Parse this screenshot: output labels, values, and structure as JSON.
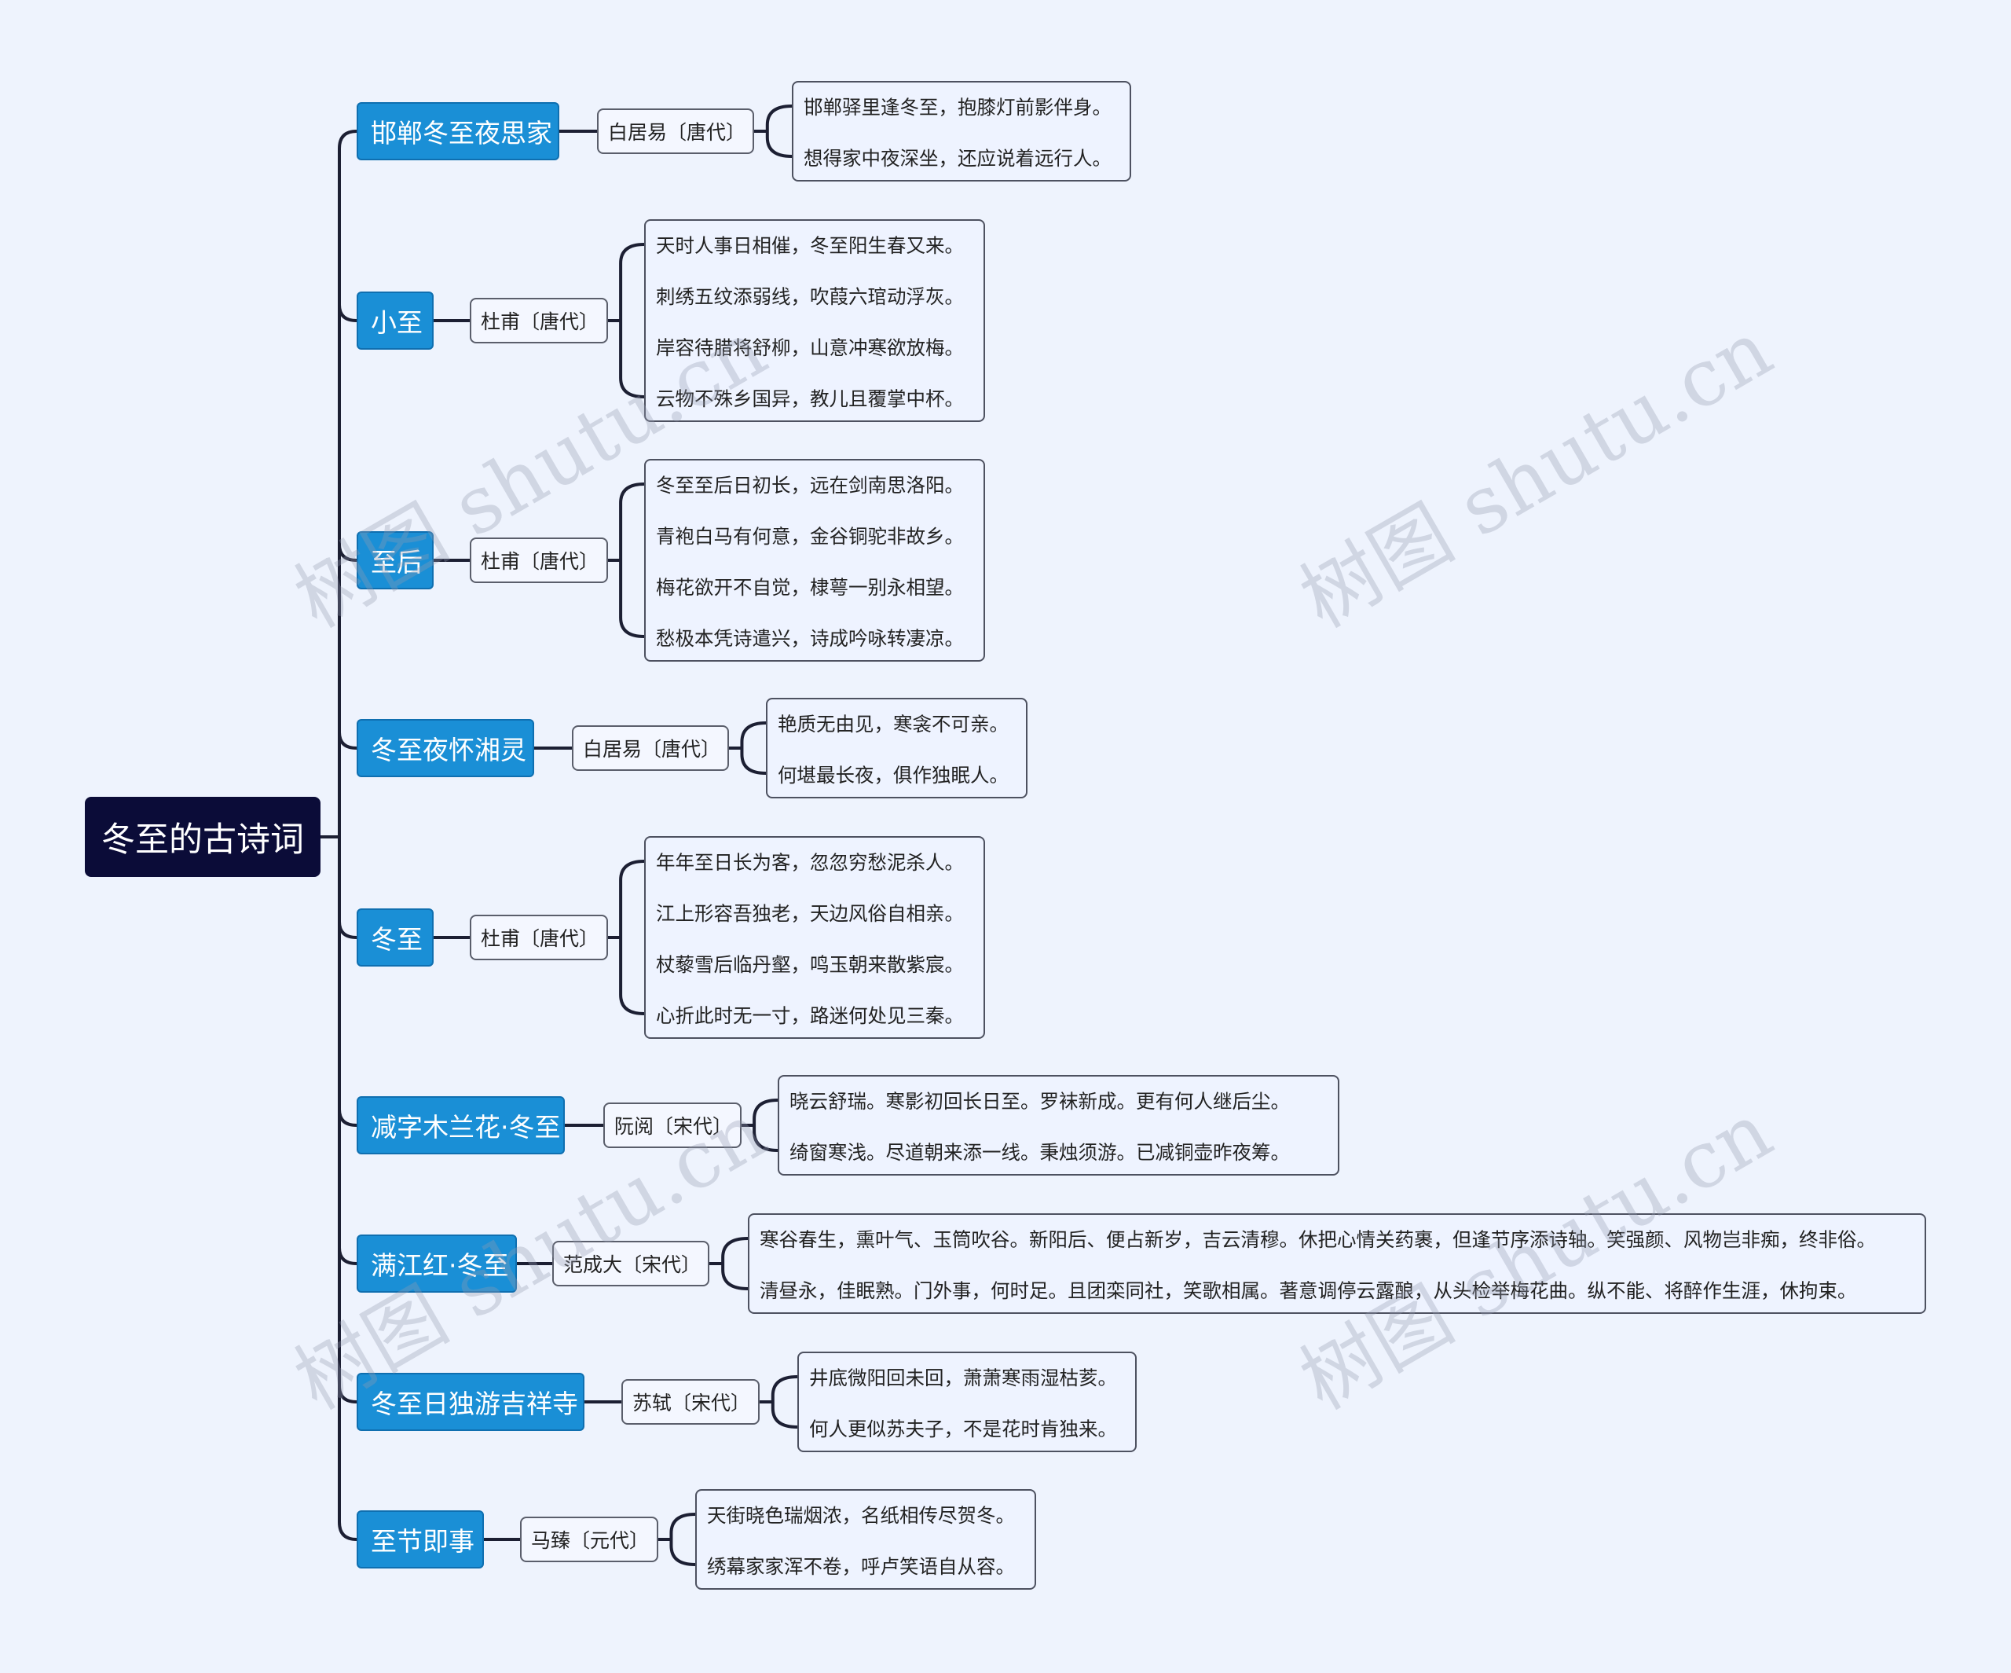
{
  "root": {
    "title": "冬至的古诗词"
  },
  "branches": [
    {
      "title": "邯郸冬至夜思家",
      "author": "白居易〔唐代〕",
      "lines": [
        "邯郸驿里逢冬至，抱膝灯前影伴身。",
        "想得家中夜深坐，还应说着远行人。"
      ]
    },
    {
      "title": "小至",
      "author": "杜甫〔唐代〕",
      "lines": [
        "天时人事日相催，冬至阳生春又来。",
        "刺绣五纹添弱线，吹葭六琯动浮灰。",
        "岸容待腊将舒柳，山意冲寒欲放梅。",
        "云物不殊乡国异，教儿且覆掌中杯。"
      ]
    },
    {
      "title": "至后",
      "author": "杜甫〔唐代〕",
      "lines": [
        "冬至至后日初长，远在剑南思洛阳。",
        "青袍白马有何意，金谷铜驼非故乡。",
        "梅花欲开不自觉，棣萼一别永相望。",
        "愁极本凭诗遣兴，诗成吟咏转凄凉。"
      ]
    },
    {
      "title": "冬至夜怀湘灵",
      "author": "白居易〔唐代〕",
      "lines": [
        "艳质无由见，寒衾不可亲。",
        "何堪最长夜，俱作独眠人。"
      ]
    },
    {
      "title": "冬至",
      "author": "杜甫〔唐代〕",
      "lines": [
        "年年至日长为客，忽忽穷愁泥杀人。",
        "江上形容吾独老，天边风俗自相亲。",
        "杖藜雪后临丹壑，鸣玉朝来散紫宸。",
        "心折此时无一寸，路迷何处见三秦。"
      ]
    },
    {
      "title": "减字木兰花·冬至",
      "author": "阮阅〔宋代〕",
      "lines": [
        "晓云舒瑞。寒影初回长日至。罗袜新成。更有何人继后尘。",
        "绮窗寒浅。尽道朝来添一线。秉烛须游。已减铜壶昨夜筹。"
      ]
    },
    {
      "title": "满江红·冬至",
      "author": "范成大〔宋代〕",
      "lines": [
        "寒谷春生，熏叶气、玉筒吹谷。新阳后、便占新岁，吉云清穆。休把心情关药裹，但逢节序添诗轴。笑强颜、风物岂非痴，终非俗。",
        "清昼永，佳眠熟。门外事，何时足。且团栾同社，笑歌相属。著意调停云露酿，从头检举梅花曲。纵不能、将醉作生涯，休拘束。"
      ]
    },
    {
      "title": "冬至日独游吉祥寺",
      "author": "苏轼〔宋代〕",
      "lines": [
        "井底微阳回未回，萧萧寒雨湿枯荄。",
        "何人更似苏夫子，不是花时肯独来。"
      ]
    },
    {
      "title": "至节即事",
      "author": "马臻〔元代〕",
      "lines": [
        "天街晓色瑞烟浓，名纸相传尽贺冬。",
        "绣幕家家浑不卷，呼卢笑语自从容。"
      ]
    }
  ],
  "watermarks": [
    "树图 shutu.cn",
    "树图 shutu.cn",
    "树图 shutu.cn",
    "树图 shutu.cn"
  ],
  "colors": {
    "root": "#0b0c38",
    "title": "#1a8fd6",
    "connector": "#1c1f33",
    "background": "#eef3fd"
  }
}
